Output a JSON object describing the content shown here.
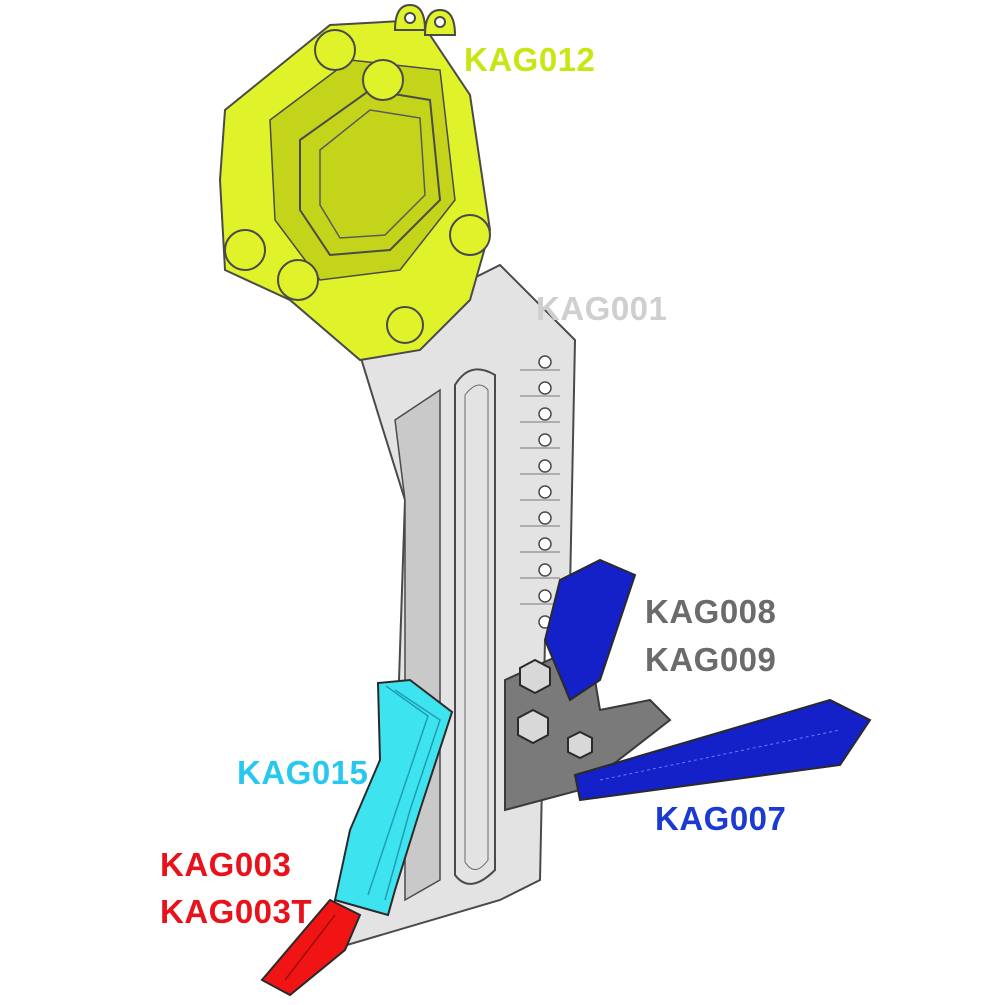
{
  "colors": {
    "shank": "#e3e3e3",
    "shank_shadow": "#c9c9c9",
    "outline": "#4a4a4a",
    "bracket": "#dff22a",
    "bracket_shadow": "#c3d41a",
    "wing_mount": "#7a7a7a",
    "wing_blade": "#1420c8",
    "guard": "#3ee3f0",
    "point": "#f01414"
  },
  "labels": {
    "kag012": {
      "text": "KAG012",
      "color": "#c8e614"
    },
    "kag001": {
      "text": "KAG001",
      "color": "#cfcfcf"
    },
    "kag008": {
      "text": "KAG008",
      "color": "#6b6b6b"
    },
    "kag009": {
      "text": "KAG009",
      "color": "#6b6b6b"
    },
    "kag015": {
      "text": "KAG015",
      "color": "#27c8f0"
    },
    "kag007": {
      "text": "KAG007",
      "color": "#1a3ad2"
    },
    "kag003": {
      "text": "KAG003",
      "color": "#e8121a"
    },
    "kag003t": {
      "text": "KAG003T",
      "color": "#e8121a"
    }
  }
}
